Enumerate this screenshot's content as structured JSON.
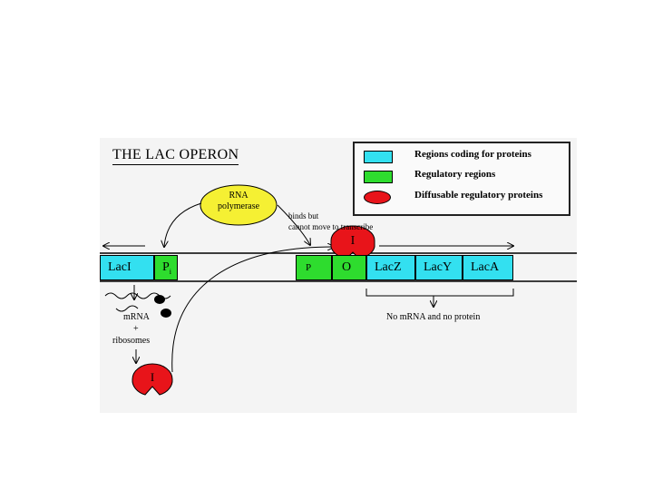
{
  "title": "THE LAC OPERON",
  "legend": {
    "items": [
      {
        "label": "Regions coding for proteins",
        "color": "#33e0f0",
        "shape": "rect"
      },
      {
        "label": "Regulatory regions",
        "color": "#2edc2e",
        "shape": "rect"
      },
      {
        "label": "Diffusable regulatory proteins",
        "color": "#e8141a",
        "shape": "ellipse"
      }
    ]
  },
  "dna_segments": {
    "laci": "LacI",
    "pi_main": "P",
    "pi_sub": "i",
    "p": "P",
    "o": "O",
    "lacz": "LacZ",
    "lacy": "LacY",
    "laca": "LacA"
  },
  "rna_polymerase": {
    "line1": "RNA",
    "line2": "polymerase"
  },
  "binds_note": {
    "line1": "binds but",
    "line2": "cannot move to transcribe"
  },
  "repressor_label": "I",
  "free_repressor_label": "I",
  "mrna_label": "mRNA",
  "plus_sign": "+",
  "ribosomes_label": "ribosomes",
  "no_mrna_label": "No mRNA and no protein",
  "colors": {
    "cyan": "#33e0f0",
    "green": "#2edc2e",
    "red": "#e8141a",
    "yellow": "#f5f033"
  }
}
